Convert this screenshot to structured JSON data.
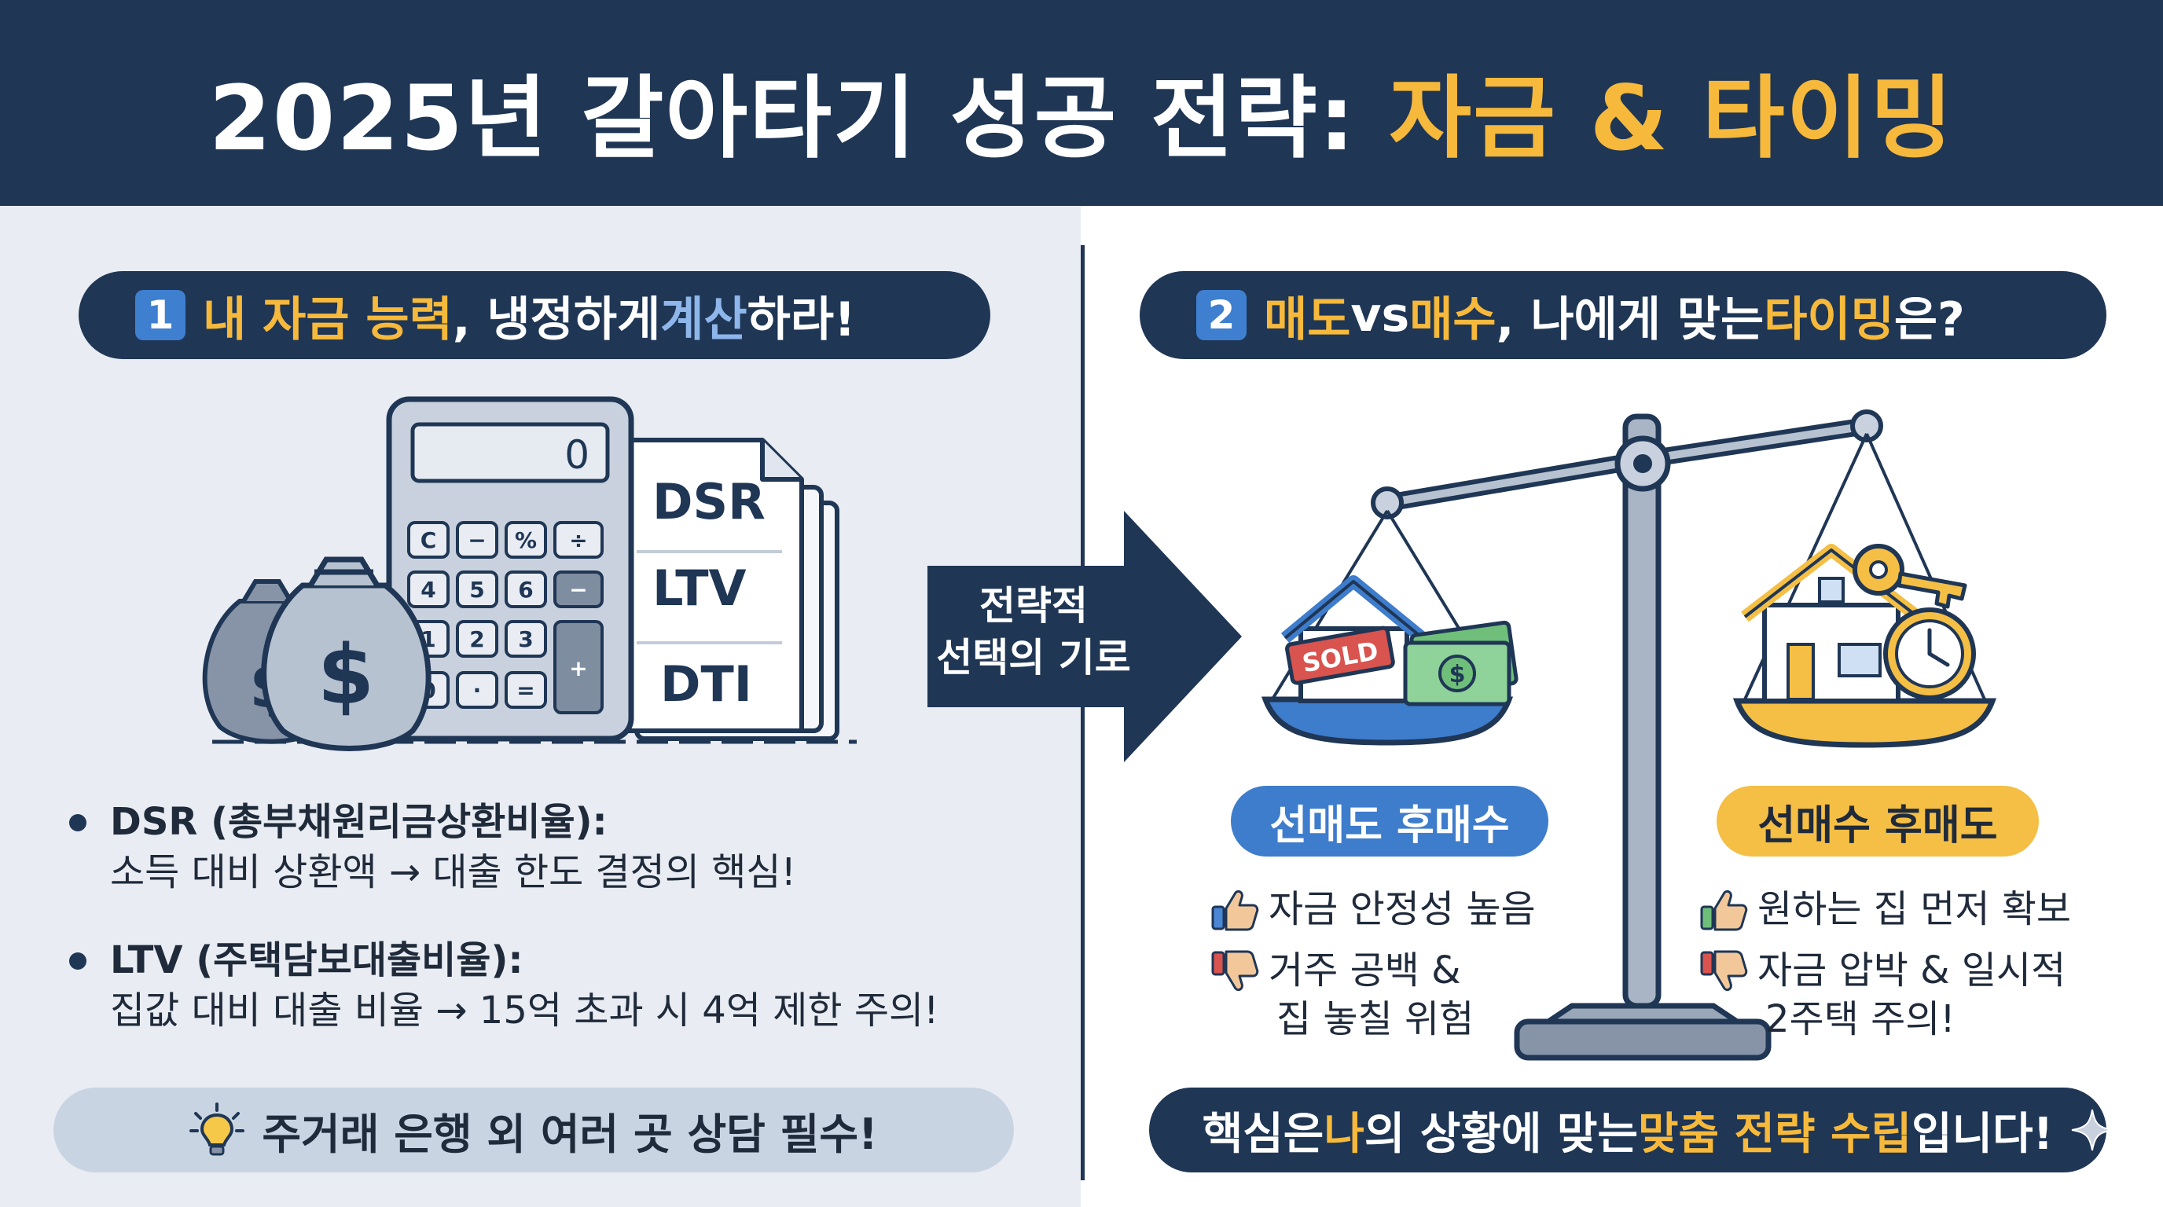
{
  "header": {
    "title_main": "2025년 갈아타기 성공 전략:",
    "title_highlight": "자금 & 타이밍"
  },
  "section1": {
    "number": "1",
    "heading_parts": [
      "내 자금 능력",
      ", 냉정하게 ",
      "계산",
      "하라!"
    ],
    "calculator": {
      "display": "0",
      "keys": [
        "C",
        "−",
        "%",
        "÷",
        "4",
        "5",
        "6",
        "−",
        "1",
        "2",
        "3",
        "+",
        "0",
        "·",
        "="
      ]
    },
    "document_items": [
      "DSR",
      "LTV",
      "DTI"
    ],
    "bullets": [
      {
        "head": "DSR (총부채원리금상환비율):",
        "body": "소득 대비 상환액 → 대출 한도 결정의 핵심!"
      },
      {
        "head": "LTV (주택담보대출비율):",
        "body": "집값 대비 대출 비율 → 15억 초과 시 4억 제한 주의!"
      }
    ],
    "tip": "주거래 은행 외 여러 곳 상담 필수!"
  },
  "center_arrow": {
    "line1": "전략적",
    "line2": "선택의 기로"
  },
  "section2": {
    "number": "2",
    "heading_parts": [
      "매도",
      " vs ",
      "매수",
      ", 나에게 맞는 ",
      "타이밍",
      "은?"
    ],
    "sold_sign": "SOLD",
    "options": [
      {
        "label": "선매도 후매수",
        "pro": "자금 안정성 높음",
        "con_lines": [
          "거주 공백 &",
          "집 놓칠 위험"
        ]
      },
      {
        "label": "선매수 후매도",
        "pro": "원하는 집 먼저 확보",
        "con_lines": [
          "자금 압박 & 일시적",
          "2주택 주의!"
        ]
      }
    ],
    "summary_parts": [
      "핵심은 ",
      "나",
      "의 상황에 맞는 ",
      "맞춤 전략 수립",
      "입니다!"
    ]
  },
  "colors": {
    "navy": "#1f3655",
    "accent_yellow": "#f6b93b",
    "accent_blue": "#3e7ccc",
    "thumb_up": "#4a86d4",
    "thumb_down": "#d9534f"
  },
  "icons": [
    "lightbulb-icon",
    "thumbs-up-icon",
    "thumbs-down-icon",
    "sparkle-icon",
    "money-bag-icon",
    "calculator-icon",
    "document-icon",
    "scale-icon",
    "house-icon",
    "key-icon",
    "clock-icon",
    "banknote-icon"
  ]
}
